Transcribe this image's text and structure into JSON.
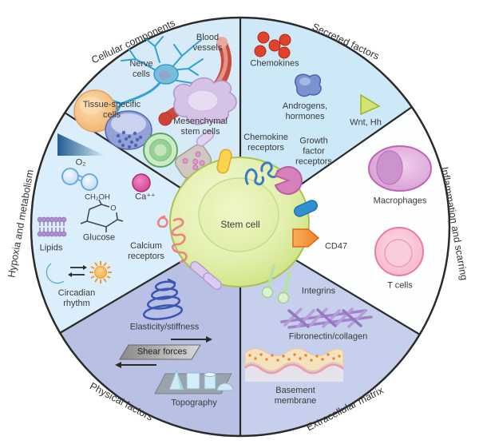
{
  "center": {
    "label": "Stem cell"
  },
  "sectors": {
    "cellular": {
      "title": "Cellular components",
      "items": {
        "nerve_cells": "Nerve\ncells",
        "blood_vessels": "Blood\nvessels",
        "tissue_specific_cells": "Tissue-specific\ncells",
        "mesenchymal_stem_cells": "Mesenchymal\nstem cells"
      }
    },
    "secreted": {
      "title": "Secreted factors",
      "items": {
        "chemokines": "Chemokines",
        "androgens_hormones": "Androgens,\nhormones",
        "wnt_hh": "Wnt, Hh"
      }
    },
    "inflammation": {
      "title": "Inflammation and scarring",
      "items": {
        "macrophages": "Macrophages",
        "t_cells": "T cells"
      }
    },
    "ecm": {
      "title": "Extracellular matrix",
      "items": {
        "fibronectin_collagen": "Fibronectin/collagen",
        "basement_membrane": "Basement\nmembrane"
      }
    },
    "physical": {
      "title": "Physical factors",
      "items": {
        "elasticity_stiffness": "Elasticity/stiffness",
        "shear_forces": "Shear forces",
        "topography": "Topography"
      }
    },
    "hypoxia": {
      "title": "Hypoxia and metabolism",
      "items": {
        "o2": "O₂",
        "glucose_formula": "CH₂OH",
        "glucose_ring_oxygen": "O",
        "glucose": "Glucose",
        "lipids": "Lipids",
        "circadian_rhythm": "Circadian\nrhythm",
        "calcium_ion": "Ca⁺⁺"
      }
    }
  },
  "receptors": {
    "chemokine_receptors": "Chemokine\nreceptors",
    "growth_factor_receptors": "Growth\nfactor\nreceptors",
    "cd47": "CD47",
    "integrins": "Integrins",
    "calcium_receptors": "Calcium\nreceptors"
  },
  "colors": {
    "sector_cellular": "#d7eaf7",
    "sector_secreted": "#cde8f6",
    "sector_inflammation": "#fdfefe",
    "sector_ecm": "#c6cfeb",
    "sector_physical": "#b8c0e4",
    "sector_hypoxia": "#dbeefb",
    "stem_cell_green": "#c8df75",
    "outline": "#2b2b2b"
  }
}
